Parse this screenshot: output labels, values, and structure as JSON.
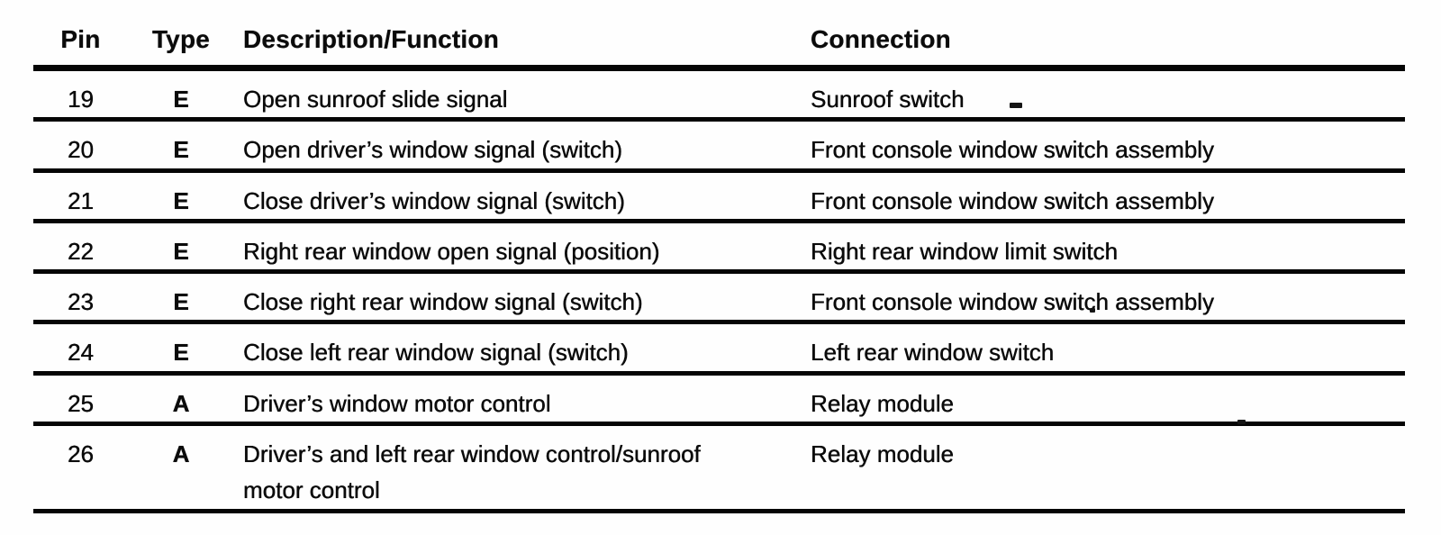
{
  "colors": {
    "ink": "#0b0b0b",
    "paper": "#fefefe",
    "rule": "#050505"
  },
  "table": {
    "columns": [
      "Pin",
      "Type",
      "Description/Function",
      "Connection"
    ],
    "rows": [
      {
        "pin": "19",
        "type": "E",
        "description": "Open sunroof slide signal",
        "connection": "Sunroof switch"
      },
      {
        "pin": "20",
        "type": "E",
        "description": "Open driver’s window signal (switch)",
        "connection": "Front console window switch assembly"
      },
      {
        "pin": "21",
        "type": "E",
        "description": "Close driver’s window signal (switch)",
        "connection": "Front console window switch assembly"
      },
      {
        "pin": "22",
        "type": "E",
        "description": "Right rear window open signal (position)",
        "connection": "Right rear window limit switch"
      },
      {
        "pin": "23",
        "type": "E",
        "description": "Close right rear window signal (switch)",
        "connection": "Front console window switch assembly"
      },
      {
        "pin": "24",
        "type": "E",
        "description": "Close left rear window signal (switch)",
        "connection": "Left rear window switch"
      },
      {
        "pin": "25",
        "type": "A",
        "description": "Driver’s window motor control",
        "connection": "Relay module"
      },
      {
        "pin": "26",
        "type": "A",
        "description": "Driver’s and left rear window control/sunroof\nmotor control",
        "connection": "Relay module"
      }
    ]
  }
}
